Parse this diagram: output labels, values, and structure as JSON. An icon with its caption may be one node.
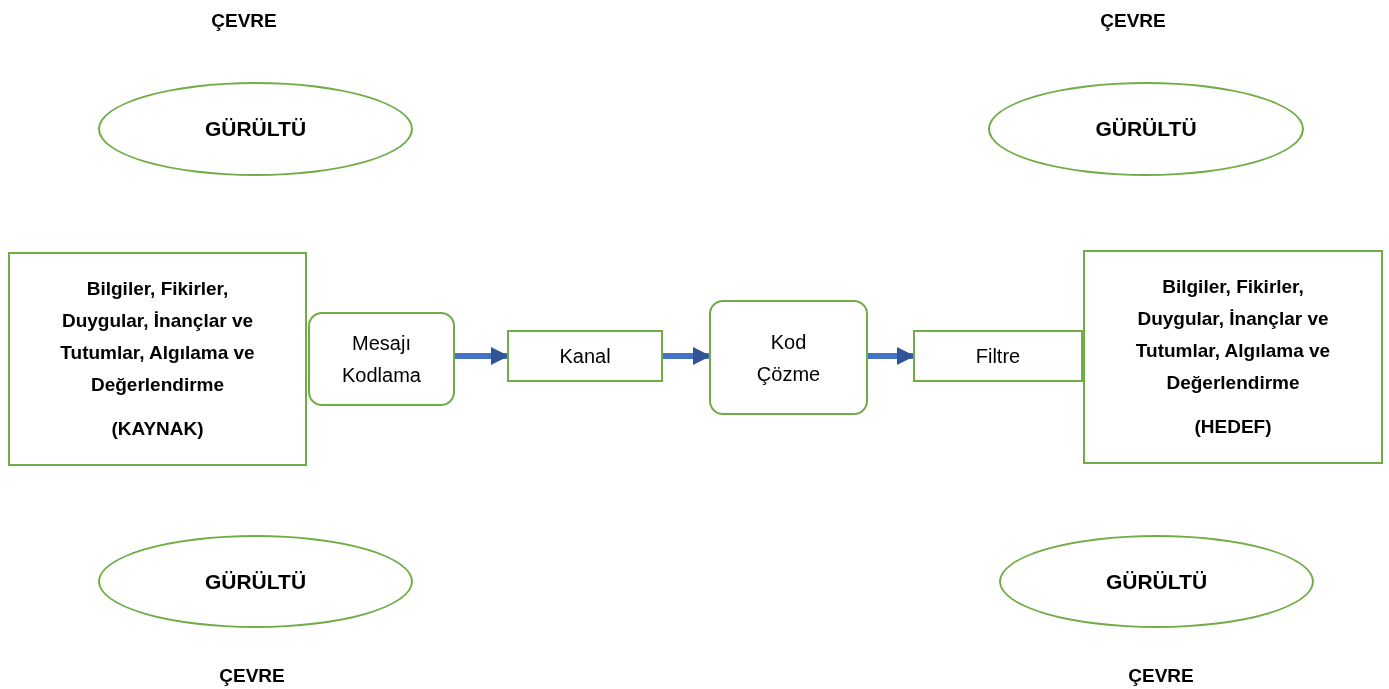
{
  "diagram": {
    "nodes": [
      {
        "text": [
          "GÜRÜLTÜ"
        ]
      },
      {
        "text": [
          "GÜRÜLTÜ"
        ]
      },
      {
        "text": [
          "Bilgiler, Fikirler, Duygular, İnançlar ve Tutumlar, Algılama ve Değerlendirme",
          "(KAYNAK)"
        ]
      },
      {
        "text": [
          "Mesajı Kodlama"
        ]
      },
      {
        "text": [
          "Kanal"
        ]
      },
      {
        "text": [
          "Kod Çözme"
        ]
      },
      {
        "text": [
          "Filtre"
        ]
      },
      {
        "text": [
          "Bilgiler, Fikirler, Duygular, İnançlar ve Tutumlar, Algılama ve Değerlendirme",
          "(HEDEF)"
        ]
      },
      {
        "text": [
          "GÜRÜLTÜ"
        ]
      },
      {
        "text": [
          "GÜRÜLTÜ"
        ]
      }
    ],
    "edges": [
      {
        "from": 3,
        "to": 4,
        "arrow": "to"
      },
      {
        "from": 4,
        "to": 5,
        "arrow": "to"
      },
      {
        "from": 5,
        "to": 6,
        "arrow": "to"
      }
    ],
    "labels": [
      "ÇEVRE",
      "ÇEVRE",
      "ÇEVRE",
      "ÇEVRE"
    ]
  }
}
